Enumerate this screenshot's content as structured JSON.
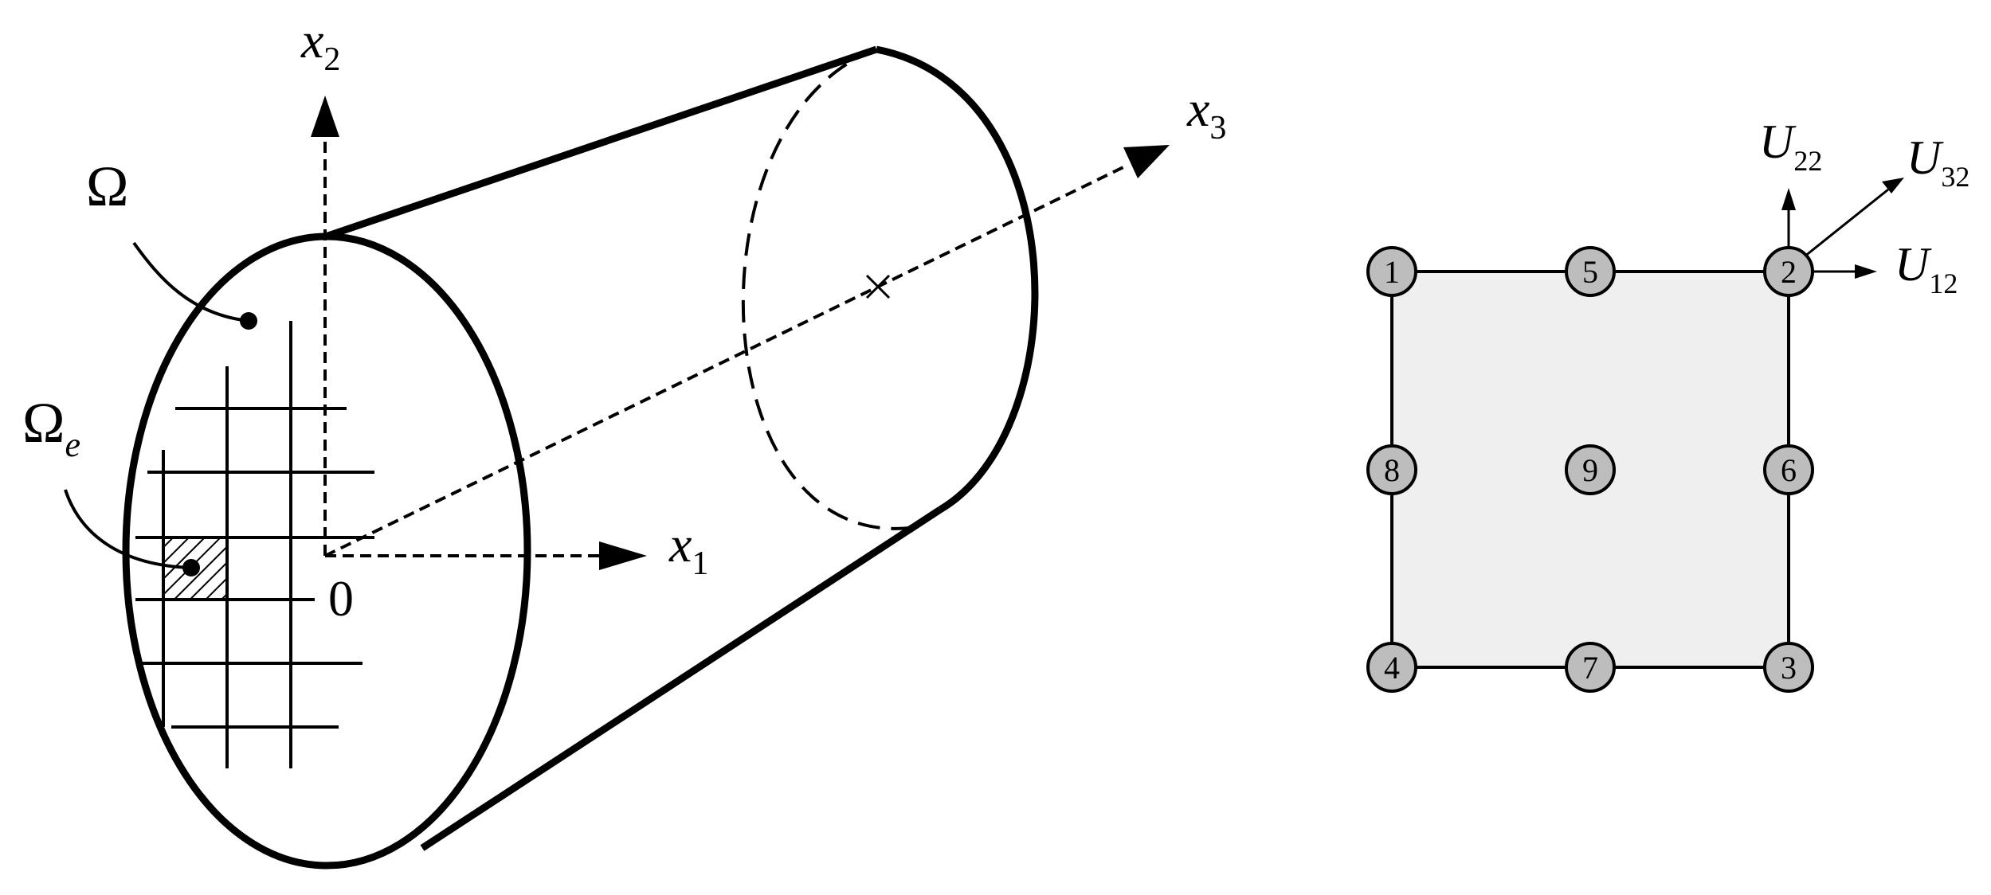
{
  "labels": {
    "x1": {
      "base": "x",
      "sub": "1"
    },
    "x2": {
      "base": "x",
      "sub": "2"
    },
    "x3": {
      "base": "x",
      "sub": "3"
    },
    "omega": "Ω",
    "omega_e": {
      "base": "Ω",
      "sub": "e"
    },
    "origin": "0",
    "u22": {
      "base": "U",
      "sub": "22"
    },
    "u32": {
      "base": "U",
      "sub": "32"
    },
    "u12": {
      "base": "U",
      "sub": "12"
    }
  },
  "nodes": [
    {
      "id": "1",
      "label": "1"
    },
    {
      "id": "5",
      "label": "5"
    },
    {
      "id": "2",
      "label": "2"
    },
    {
      "id": "8",
      "label": "8"
    },
    {
      "id": "9",
      "label": "9"
    },
    {
      "id": "6",
      "label": "6"
    },
    {
      "id": "4",
      "label": "4"
    },
    {
      "id": "7",
      "label": "7"
    },
    {
      "id": "3",
      "label": "3"
    }
  ],
  "colors": {
    "stroke": "#000000",
    "element_fill": "#efefef",
    "node_fill": "#bdbdbd"
  }
}
